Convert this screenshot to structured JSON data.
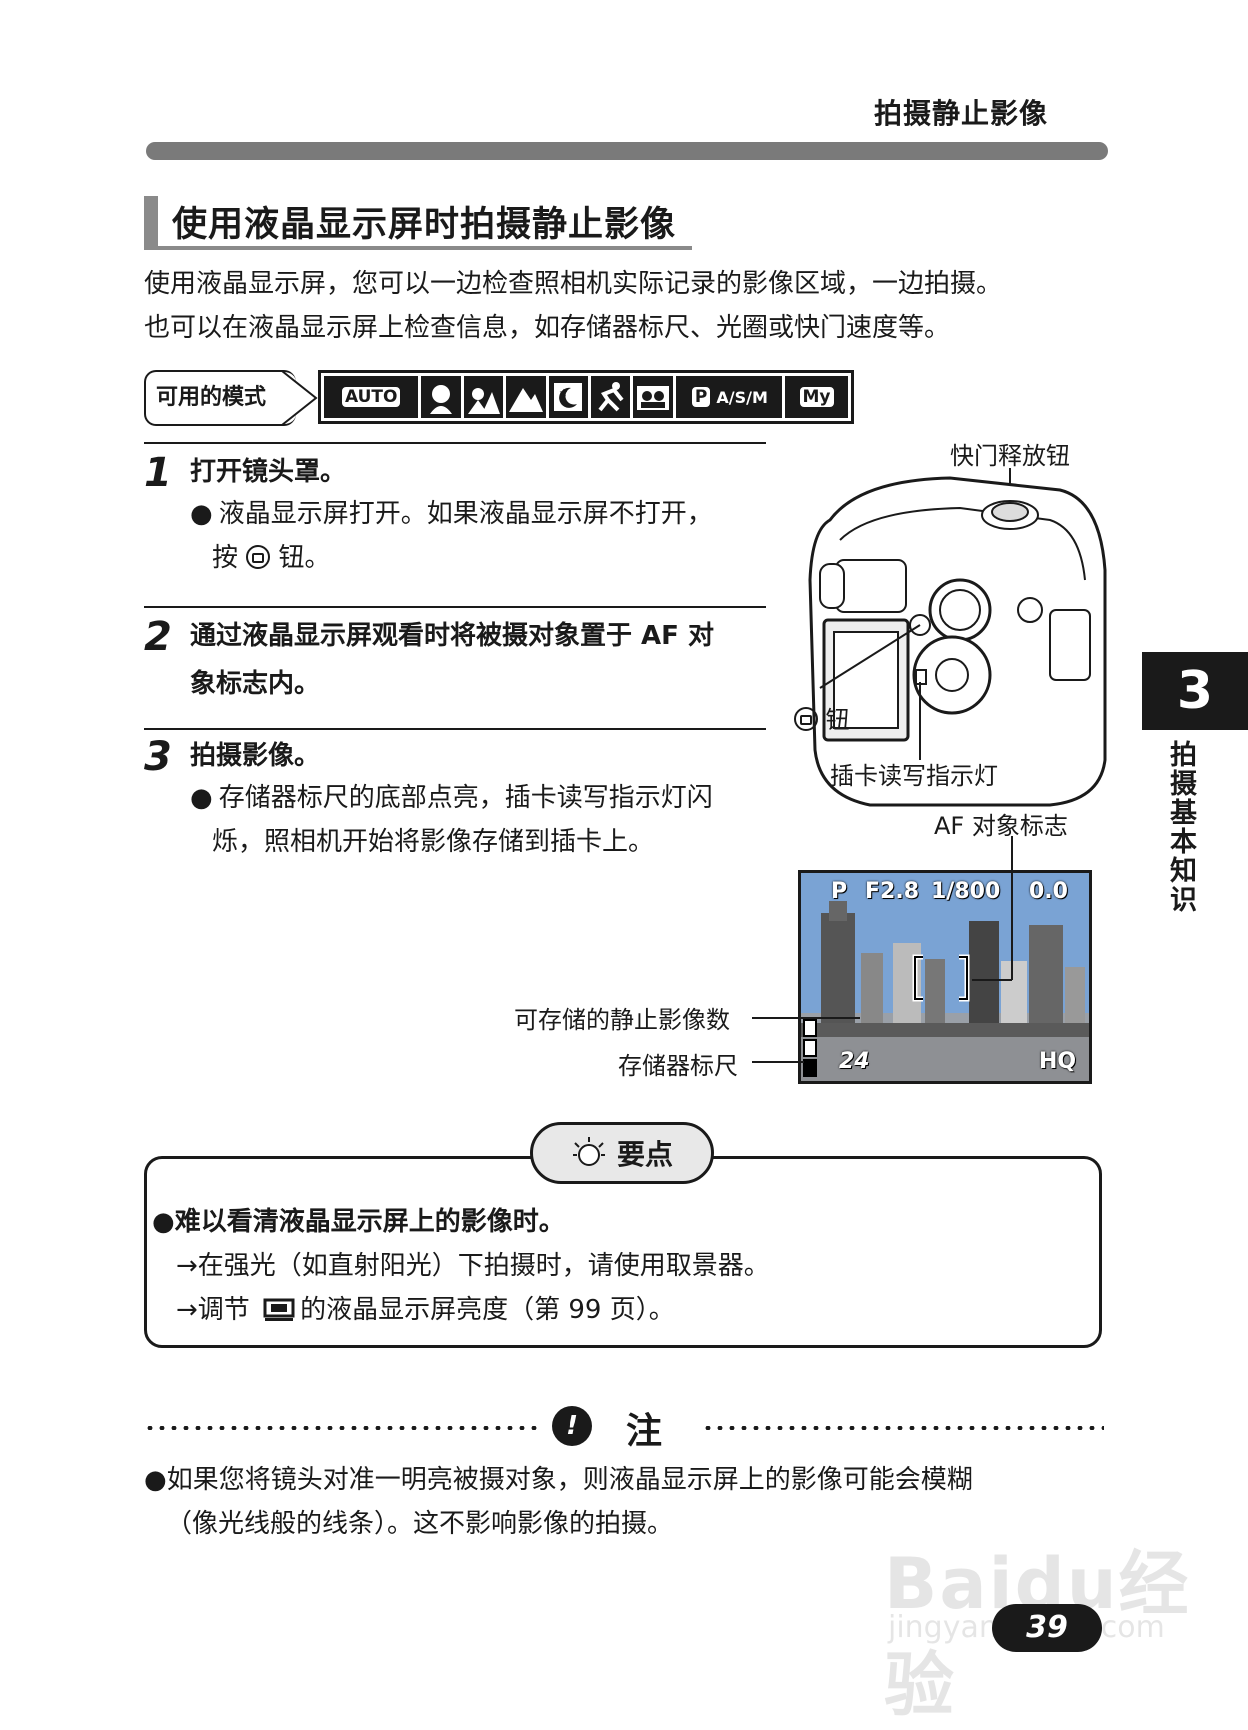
{
  "header": {
    "title": "拍摄静止影像"
  },
  "section": {
    "title": "使用液晶显示屏时拍摄静止影像"
  },
  "intro": {
    "line1": "使用液晶显示屏，您可以一边检查照相机实际记录的影像区域，一边拍摄。",
    "line2": "也可以在液晶显示屏上检查信息，如存储器标尺、光圈或快门速度等。"
  },
  "modes": {
    "label": "可用的模式",
    "icons": [
      "auto-icon",
      "portrait-icon",
      "landscape-portrait-icon",
      "landscape-icon",
      "night-scene-icon",
      "sports-icon",
      "self-portrait-icon",
      "pasm-icon",
      "my-mode-icon"
    ],
    "auto_text": "AUTO",
    "pasm_text": "A/S/M",
    "pasm_p": "P",
    "my_text": "My"
  },
  "steps": [
    {
      "num": "1",
      "title": "打开镜头罩。",
      "bullet_a": "液晶显示屏打开。如果液晶显示屏不打开，",
      "bullet_b": "钮。",
      "bullet_b_prefix": "按"
    },
    {
      "num": "2",
      "title_a": "通过液晶显示屏观看时将被摄对象置于 AF 对",
      "title_b": "象标志内。"
    },
    {
      "num": "3",
      "title": "拍摄影像。",
      "bullet_a": "存储器标尺的底部点亮，插卡读写指示灯闪",
      "bullet_b": "烁，照相机开始将影像存储到插卡上。"
    }
  ],
  "camera_callouts": {
    "shutter": "快门释放钮",
    "monitor_button": "钮",
    "card_lamp": "插卡读写指示灯"
  },
  "lcd_callouts": {
    "af_mark": "AF 对象标志",
    "frames_remaining": "可存储的静止影像数",
    "memory_gauge": "存储器标尺"
  },
  "lcd": {
    "mode": "P",
    "aperture": "F2.8",
    "shutter": "1/800",
    "exposure": "0.0",
    "frames": "24",
    "quality": "HQ"
  },
  "tips": {
    "tag": "要点",
    "heading": "难以看清液晶显示屏上的影像时。",
    "item1": "在强光（如直射阳光）下拍摄时，请使用取景器。",
    "item2_prefix": "调节",
    "item2_suffix": "的液晶显示屏亮度（第 99 页）。"
  },
  "note": {
    "title": "注",
    "line1": "如果您将镜头对准一明亮被摄对象，则液晶显示屏上的影像可能会模糊",
    "line2": "（像光线般的线条）。这不影响影像的拍摄。"
  },
  "chapter": {
    "number": "3",
    "label": "拍摄基本知识"
  },
  "page_number": "39",
  "watermark": {
    "brand": "Baidu经验",
    "url": "jingyan.baidu.com"
  }
}
